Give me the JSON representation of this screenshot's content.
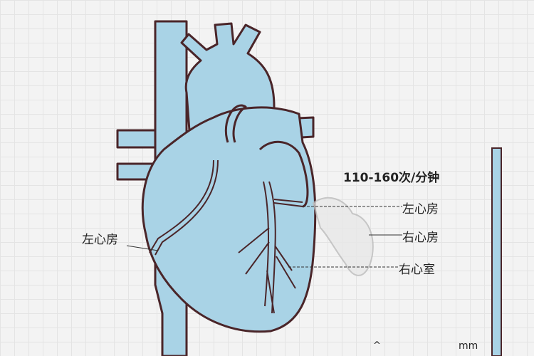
{
  "colors": {
    "tissue": "#a9d3e6",
    "outline": "#4a2529",
    "background": "#f3f3f3"
  },
  "heart_rate": "110-160次/分钟",
  "labels": {
    "left_atrium_left": "左心房",
    "left_atrium_right": "左心房",
    "right_atrium": "右心房",
    "right_ventricle": "右心室"
  },
  "scale": {
    "unit": "mm",
    "mark": "^"
  }
}
